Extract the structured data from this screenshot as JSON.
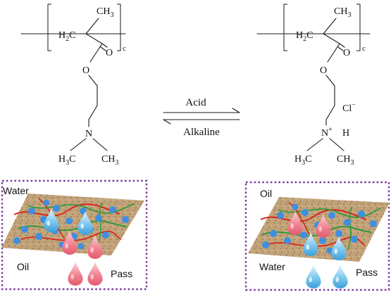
{
  "left_molecule": {
    "ch3_top": "CH",
    "ch3_top_sub": "3",
    "h2c": "H",
    "h2c_sub": "2",
    "h2c_c": "C",
    "repeat_sub": "c",
    "ester_o_double": "O",
    "ester_o": "O",
    "n_atom": "N",
    "h3c_left": "H",
    "h3c_left_sub": "3",
    "h3c_left_c": "C",
    "ch3_right": "CH",
    "ch3_right_sub": "3"
  },
  "right_molecule": {
    "ch3_top": "CH",
    "ch3_top_sub": "3",
    "h2c": "H",
    "h2c_sub": "2",
    "h2c_c": "C",
    "repeat_sub": "c",
    "ester_o_double": "O",
    "ester_o": "O",
    "counterion": "Cl",
    "counterion_charge": "−",
    "n_atom": "N",
    "n_charge": "+",
    "n_h": "H",
    "h3c_left": "H",
    "h3c_left_sub": "3",
    "h3c_left_c": "C",
    "ch3_right": "CH",
    "ch3_right_sub": "3"
  },
  "equilibrium": {
    "forward_label": "Acid",
    "reverse_label": "Alkaline"
  },
  "left_panel": {
    "top_label": "Water",
    "side_label": "Oil",
    "pass_label": "Pass"
  },
  "right_panel": {
    "top_label": "Oil",
    "side_label": "Water",
    "pass_label": "Pass"
  },
  "colors": {
    "box_border": "#7b3aa0",
    "membrane": "#c2a37a",
    "particle": "#3f8fe0",
    "fiber_red": "#d8261e",
    "fiber_green": "#2f9a3c",
    "oil_drop": "#f07e8c",
    "water_drop": "#5ab4e6",
    "protonated_n": "#d8261e"
  }
}
